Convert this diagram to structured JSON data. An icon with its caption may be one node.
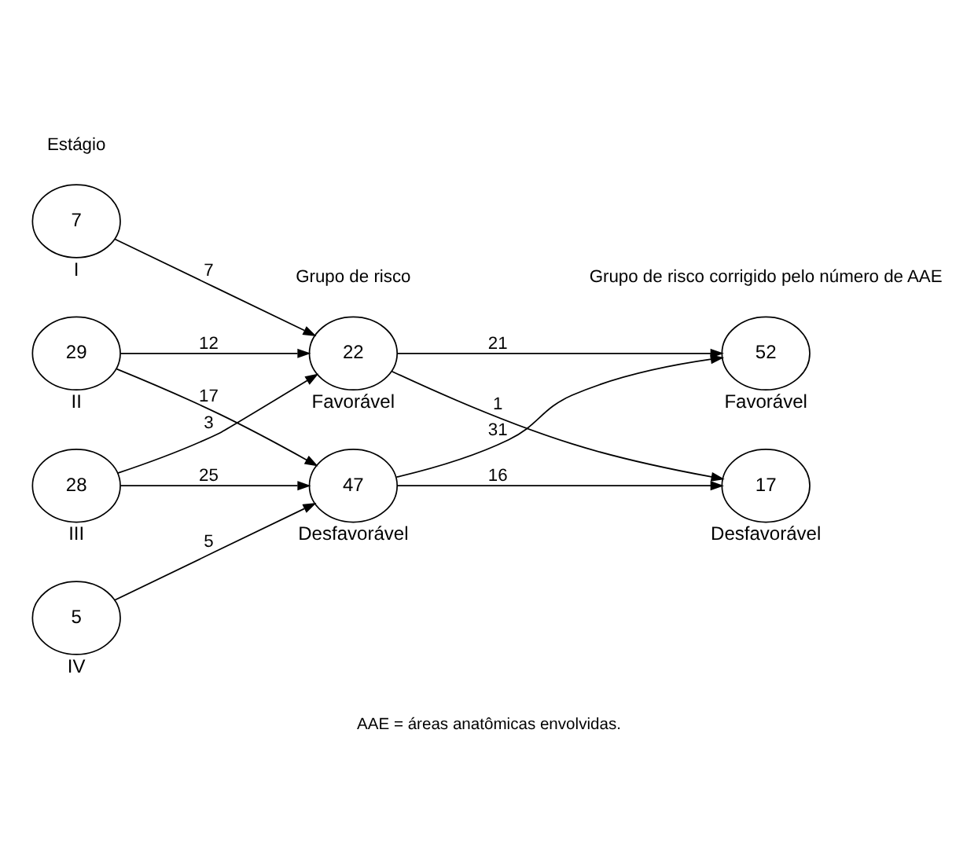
{
  "diagram": {
    "caption": "AAE = áreas anatômicas envolvidas.",
    "nodes": [
      {
        "text": [
          "7"
        ],
        "beside": [
          "I"
        ]
      },
      {
        "text": [
          "29"
        ],
        "beside": [
          "II"
        ]
      },
      {
        "text": [
          "28"
        ],
        "beside": [
          "III"
        ]
      },
      {
        "text": [
          "5"
        ],
        "beside": [
          "IV"
        ]
      },
      {
        "text": [
          "22"
        ],
        "beside": [
          "Favorável"
        ]
      },
      {
        "text": [
          "47"
        ],
        "beside": [
          "Desfavorável"
        ]
      },
      {
        "text": [
          "52"
        ],
        "beside": [
          "Favorável"
        ]
      },
      {
        "text": [
          "17"
        ],
        "beside": [
          "Desfavorável"
        ]
      }
    ],
    "edges": [
      {
        "from": 0,
        "to": 4,
        "arrow": "to",
        "label": "7"
      },
      {
        "from": 1,
        "to": 4,
        "arrow": "to",
        "label": "12"
      },
      {
        "from": 1,
        "to": 5,
        "arrow": "to",
        "label": "17"
      },
      {
        "from": 2,
        "to": 4,
        "arrow": "to",
        "label": "3"
      },
      {
        "from": 2,
        "to": 5,
        "arrow": "to",
        "label": "25"
      },
      {
        "from": 3,
        "to": 5,
        "arrow": "to",
        "label": "5"
      },
      {
        "from": 4,
        "to": 6,
        "arrow": "to",
        "label": "21"
      },
      {
        "from": 4,
        "to": 7,
        "arrow": "to",
        "label": "1"
      },
      {
        "from": 5,
        "to": 6,
        "arrow": "to",
        "label": "31"
      },
      {
        "from": 5,
        "to": 7,
        "arrow": "to",
        "label": "16"
      }
    ],
    "labels": [
      "Estágio",
      "Grupo de risco",
      "Grupo de risco corrigido pelo número de AAE"
    ]
  }
}
